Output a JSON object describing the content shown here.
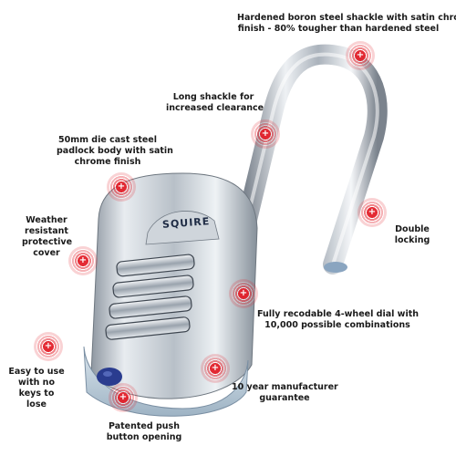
{
  "brand": {
    "name": "SQUIRE"
  },
  "callouts": [
    {
      "id": "shackle-material",
      "lines": [
        "Hardened boron steel shackle with satin chrome",
        "finish - 80% tougher than hardened steel"
      ]
    },
    {
      "id": "long-shackle",
      "lines": [
        "Long shackle for",
        "increased clearance"
      ]
    },
    {
      "id": "body",
      "lines": [
        "50mm die cast steel",
        "padlock body with satin",
        "chrome finish"
      ]
    },
    {
      "id": "weather-cover",
      "lines": [
        "Weather",
        "resistant",
        "protective",
        "cover"
      ]
    },
    {
      "id": "double-locking",
      "lines": [
        "Double",
        "locking"
      ]
    },
    {
      "id": "recodable-dial",
      "lines": [
        "Fully recodable 4-wheel dial with",
        "10,000 possible combinations"
      ]
    },
    {
      "id": "easy-to-use",
      "lines": [
        "Easy to use",
        "with no",
        "keys to",
        "lose"
      ]
    },
    {
      "id": "guarantee",
      "lines": [
        "10 year manufacturer",
        "guarantee"
      ]
    },
    {
      "id": "push-button",
      "lines": [
        "Patented push",
        "button opening"
      ]
    }
  ],
  "hotspot_symbol": "+",
  "colors": {
    "hotspot": "#e21e28",
    "text": "#1a1a1a",
    "chrome": "#c9ced4"
  }
}
